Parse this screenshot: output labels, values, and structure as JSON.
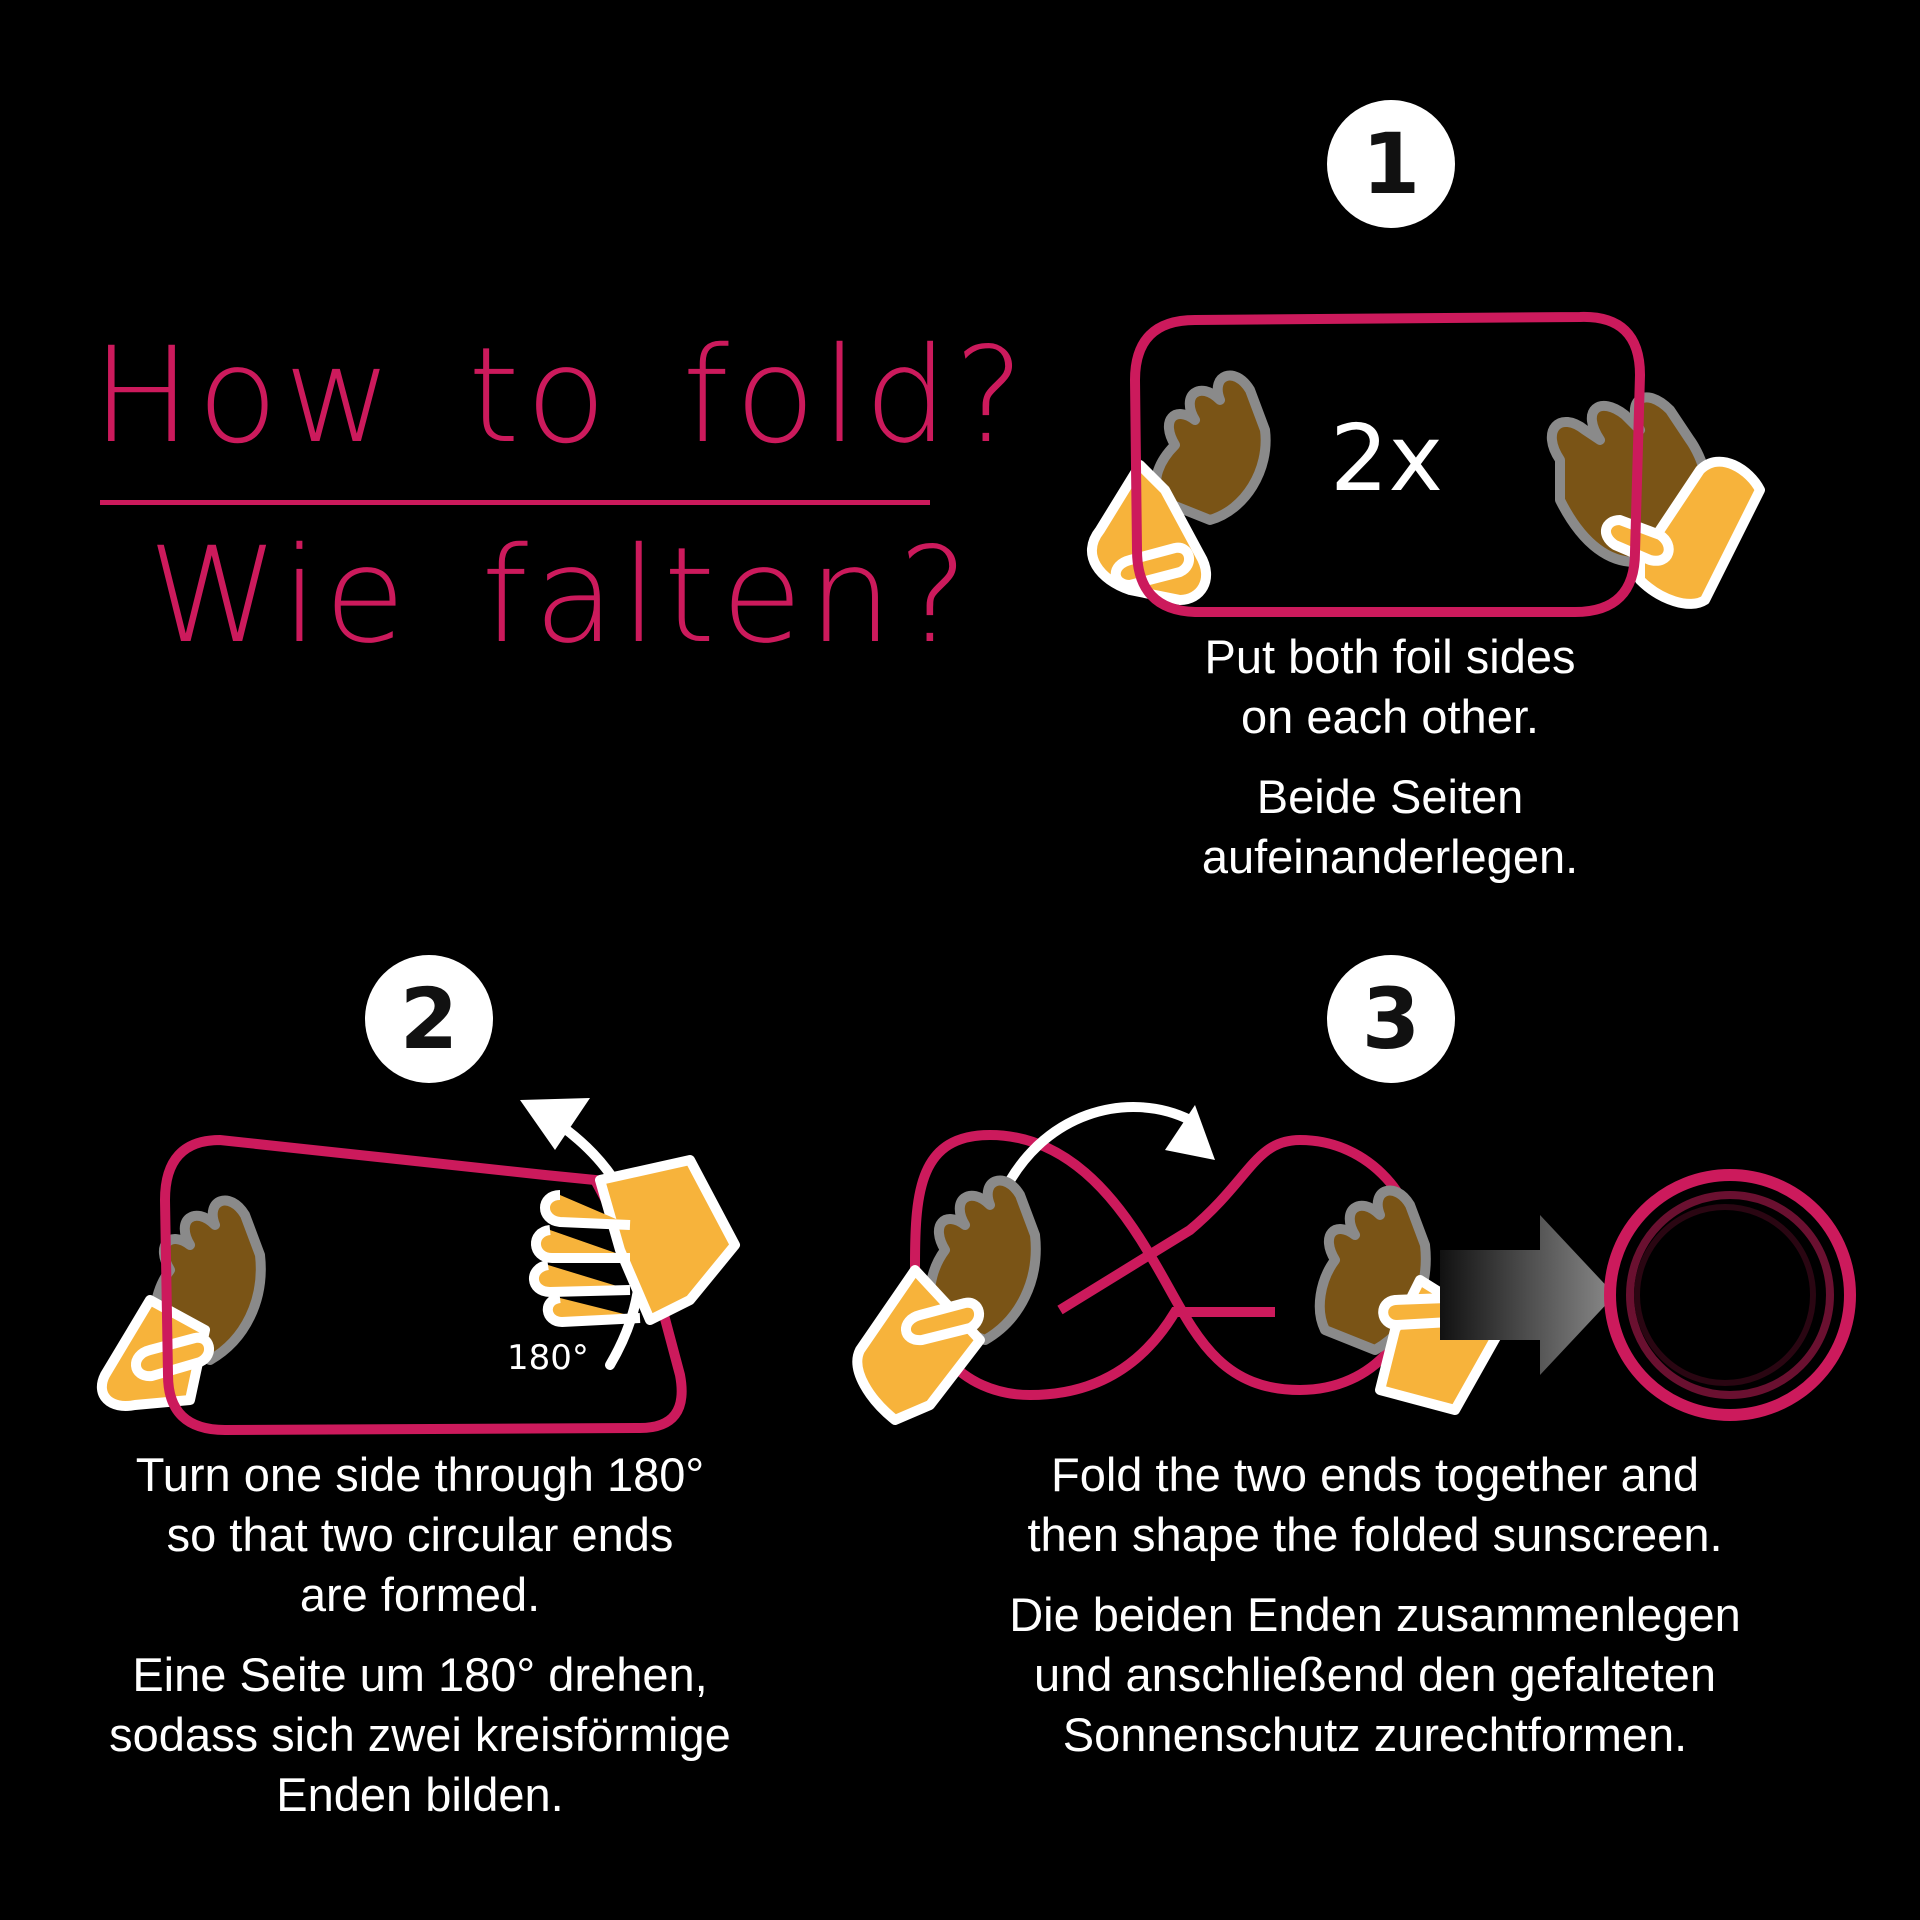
{
  "title": {
    "english": "How to fold?",
    "german": "Wie falten?"
  },
  "colors": {
    "accent": "#cc1a5c",
    "hand": "#f7b33b",
    "hand_back": "#7a5416",
    "background": "#000000"
  },
  "steps": [
    {
      "number": "1",
      "label": "2x",
      "text_en_lines": [
        "Put both foil sides",
        "on each other."
      ],
      "text_de_lines": [
        "Beide Seiten",
        "aufeinanderlegen."
      ]
    },
    {
      "number": "2",
      "label": "180°",
      "text_en_lines": [
        "Turn one side through 180°",
        "so that two circular ends",
        "are formed."
      ],
      "text_de_lines": [
        "Eine Seite um 180° drehen,",
        "sodass sich zwei kreisförmige",
        "Enden bilden."
      ]
    },
    {
      "number": "3",
      "text_en_lines": [
        "Fold the two ends together and",
        "then shape the folded sunscreen."
      ],
      "text_de_lines": [
        "Die beiden Enden zusammenlegen",
        "und anschließend den gefalteten",
        "Sonnenschutz zurechtformen."
      ]
    }
  ]
}
